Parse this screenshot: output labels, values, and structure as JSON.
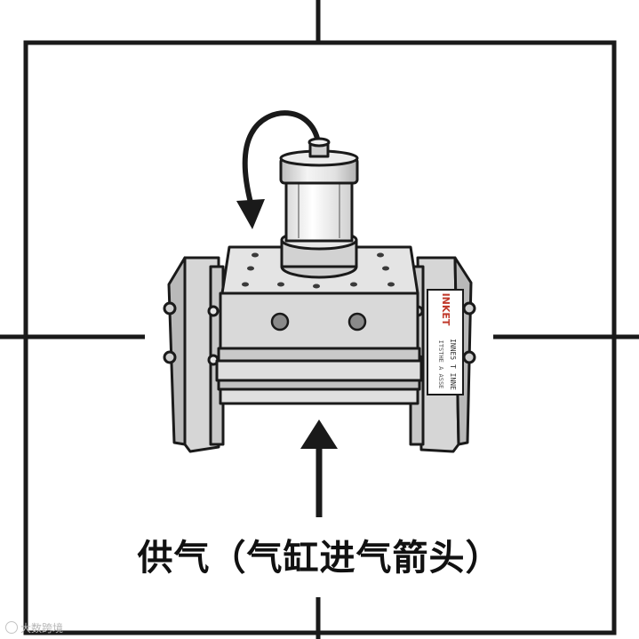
{
  "caption": "供气（气缸进气箭头）",
  "label_plate": {
    "brand": "INKET",
    "line1": "INNE5 T INNE",
    "line2": "ITSTHE A ASSE"
  },
  "watermark": "大数跨境",
  "colors": {
    "ink": "#1a1a1a",
    "body": "#dcdcdc",
    "body_dark": "#bdbdbd",
    "accent": "#c0392b"
  },
  "icons": {
    "arrow_supply": "arrow-up-icon",
    "arrow_rotate": "curved-arrow-icon"
  }
}
